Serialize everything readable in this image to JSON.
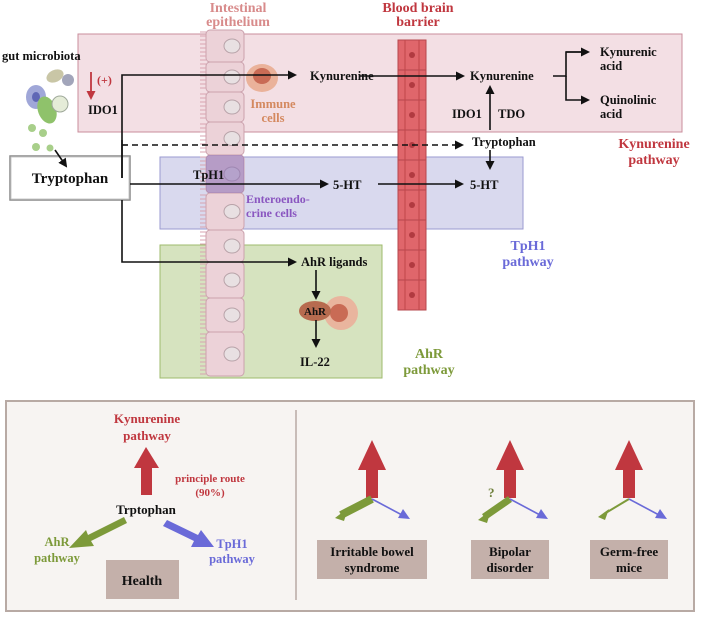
{
  "top": {
    "intestinal_epithelium": [
      "Intestinal",
      "epithelium"
    ],
    "blood_brain_barrier": [
      "Blood brain",
      "barrier"
    ],
    "gut_microbiota": "gut microbiota",
    "plus": "(+)",
    "ido1_left": "IDO1",
    "tryptophan_box": "Tryptophan",
    "kynurenine_1": "Kynurenine",
    "kynurenine_2": "Kynurenine",
    "kynurenic_acid": [
      "Kynurenic",
      "acid"
    ],
    "quinolinic_acid": [
      "Quinolinic",
      "acid"
    ],
    "ido1_right": "IDO1",
    "tdo": "TDO",
    "tryptophan_brain": "Tryptophan",
    "kynurenine_pathway": [
      "Kynurenine",
      "pathway"
    ],
    "immune_cells": [
      "Immune",
      "cells"
    ],
    "tph1": "TpH1",
    "enteroendocrine": [
      "Enteroendo-",
      "crine cells"
    ],
    "ht_1": "5-HT",
    "ht_2": "5-HT",
    "tph1_pathway": [
      "TpH1",
      "pathway"
    ],
    "ahr_ligands": "AhR ligands",
    "ahr": "AhR",
    "il22": "IL-22",
    "ahr_pathway": [
      "AhR",
      "pathway"
    ]
  },
  "bottom": {
    "kynurenine_pathway": [
      "Kynurenine",
      "pathway"
    ],
    "principle_route": [
      "principle route",
      "(90%)"
    ],
    "trptophan": "Trptophan",
    "ahr_pathway": [
      "AhR",
      "pathway"
    ],
    "tph1_pathway": [
      "TpH1",
      "pathway"
    ],
    "health": "Health",
    "conditions": [
      {
        "label": [
          "Irritable bowel",
          "syndrome"
        ],
        "question": ""
      },
      {
        "label": [
          "Bipolar",
          "disorder"
        ],
        "question": "?"
      },
      {
        "label": [
          "Germ-free",
          "mice"
        ],
        "question": ""
      }
    ]
  },
  "colors": {
    "kynurenine_red": "#c0373f",
    "tph1_blue": "#6a6ad8",
    "ahr_green": "#7d9a3a",
    "kyn_box": "#f3dfe4",
    "tph_box": "#d9d9ee",
    "ahr_box": "#d6e3bf",
    "bbb": "#e0666b",
    "panel_bg": "#f7f4f2",
    "label_box": "#c4b0aa"
  }
}
